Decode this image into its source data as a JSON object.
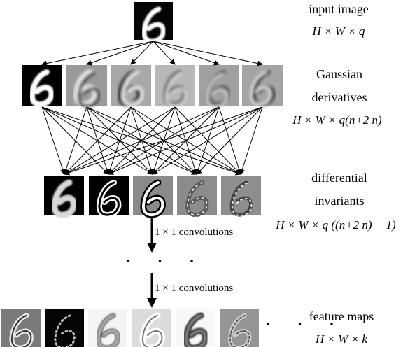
{
  "labels": {
    "input_title": "input image",
    "input_shape": "H × W × q",
    "gaussian_title_1": "Gaussian",
    "gaussian_title_2": "derivatives",
    "gaussian_shape": "H × W × q(n+2 n)",
    "invariants_title_1": "differential",
    "invariants_title_2": "invariants",
    "invariants_shape": "H × W × q ((n+2 n) − 1)",
    "feature_title": "feature maps",
    "feature_shape": "H × W × k",
    "conv_label_top": "1 × 1 convolutions",
    "conv_label_bottom": "1 × 1 convolutions",
    "middle_dots": "· · ·",
    "trailing_dots": "· · ·"
  },
  "colors": {
    "ink": "#000000",
    "background": "#ffffff"
  }
}
